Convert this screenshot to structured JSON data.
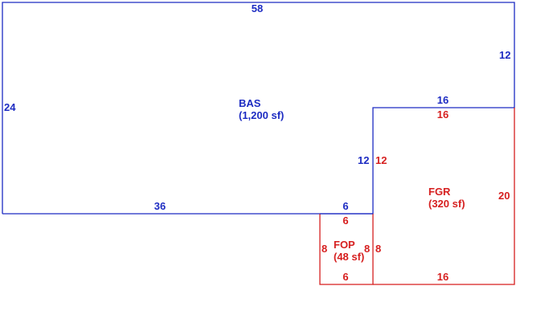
{
  "areas": {
    "bas": {
      "name": "BAS",
      "size": "(1,200 sf)",
      "color": "#1c2bc2"
    },
    "fgr": {
      "name": "FGR",
      "size": "(320 sf)",
      "color": "#d61f1f"
    },
    "fop": {
      "name": "FOP",
      "size": "(48 sf)",
      "color": "#d61f1f"
    }
  },
  "dimensions": {
    "bas_top": "58",
    "bas_right": "12",
    "bas_left": "24",
    "bas_step_top": "16",
    "bas_step_vertical": "12",
    "bas_bottom": "36",
    "bas_fop_shared": "6",
    "fgr_top": "16",
    "fgr_left": "12",
    "fgr_right": "20",
    "fgr_bottom": "16",
    "fop_top": "6",
    "fop_left": "8",
    "fop_right_outer": "8",
    "fop_right_inner": "8",
    "fop_bottom": "6"
  }
}
